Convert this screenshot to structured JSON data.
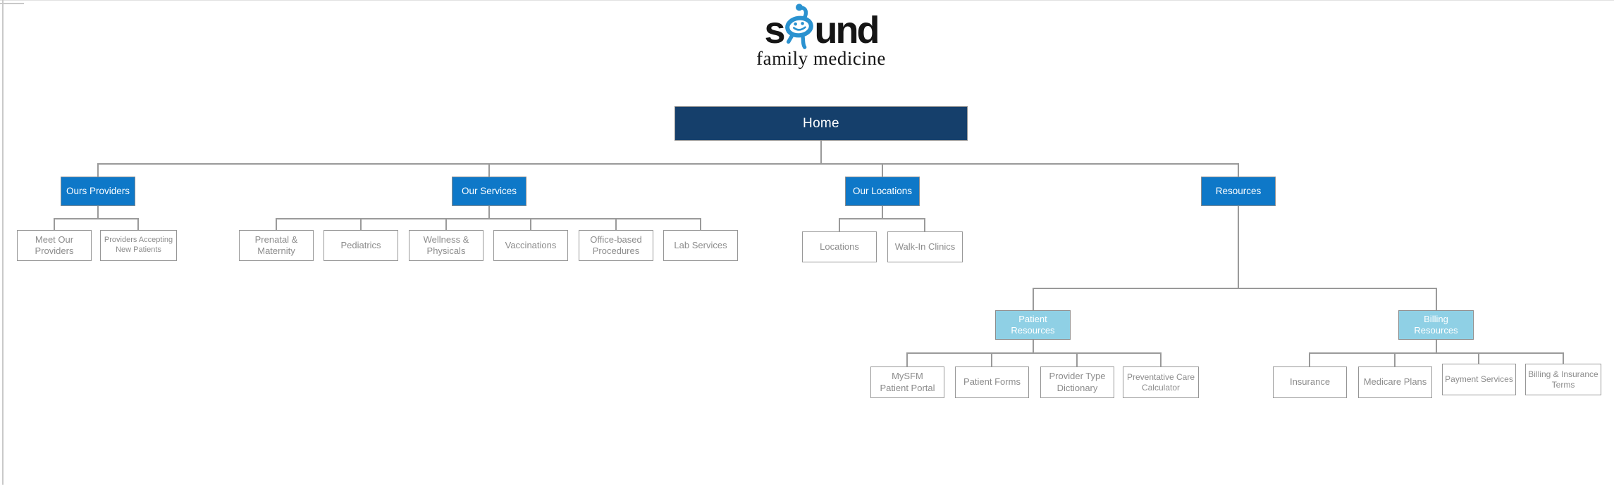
{
  "logo": {
    "word_main": "sound",
    "word_part1": "s",
    "word_part2": "und",
    "word_sub": "family medicine",
    "mascot": "smiling-doodle-face-icon"
  },
  "colors": {
    "navy": "#153F6B",
    "blue": "#0E78C8",
    "lightblue": "#8FD0E5",
    "line": "#9A9A9A",
    "leaf_text": "#8C8C8C",
    "logo_blue": "#2A92D0"
  },
  "sitemap": {
    "root": {
      "label": "Home"
    },
    "branches": {
      "providers": {
        "label": "Ours Providers",
        "children": [
          {
            "label": "Meet Our\nProviders"
          },
          {
            "label": "Providers Accepting\nNew Patients"
          }
        ]
      },
      "services": {
        "label": "Our Services",
        "children": [
          {
            "label": "Prenatal &\nMaternity"
          },
          {
            "label": "Pediatrics"
          },
          {
            "label": "Wellness &\nPhysicals"
          },
          {
            "label": "Vaccinations"
          },
          {
            "label": "Office-based\nProcedures"
          },
          {
            "label": "Lab Services"
          }
        ]
      },
      "locations": {
        "label": "Our Locations",
        "children": [
          {
            "label": "Locations"
          },
          {
            "label": "Walk-In Clinics"
          }
        ]
      },
      "resources": {
        "label": "Resources",
        "children": [
          {
            "label": "Patient\nResources",
            "children": [
              {
                "label": "MySFM\nPatient Portal"
              },
              {
                "label": "Patient Forms"
              },
              {
                "label": "Provider Type\nDictionary"
              },
              {
                "label": "Preventative Care\nCalculator"
              }
            ]
          },
          {
            "label": "Billing\nResources",
            "children": [
              {
                "label": "Insurance"
              },
              {
                "label": "Medicare Plans"
              },
              {
                "label": "Payment Services"
              },
              {
                "label": "Billing & Insurance\nTerms"
              }
            ]
          }
        ]
      }
    }
  }
}
